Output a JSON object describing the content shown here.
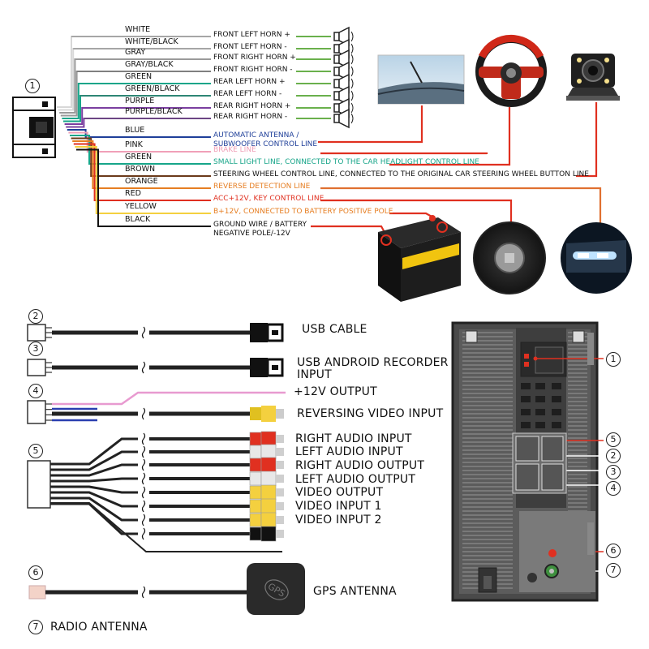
{
  "colors": {
    "white": "#e6e6e6",
    "gray": "#9a9a9a",
    "green": "#17a589",
    "purple": "#7b3fa0",
    "blue": "#1f3f99",
    "pink": "#f0a0b8",
    "brown": "#6b3a1a",
    "orange": "#e67e22",
    "red": "#e03020",
    "yellow": "#f4d03f",
    "black": "#111111",
    "callout": "#e03020",
    "speaker_line": "#6ab04c"
  },
  "harness": {
    "number": "1",
    "wires": [
      {
        "name": "WHITE",
        "color": "white",
        "func": "FRONT LEFT HORN +",
        "speaker": true
      },
      {
        "name": "WHITE/BLACK",
        "color": "white",
        "func": "FRONT LEFT HORN -",
        "speaker": true
      },
      {
        "name": "GRAY",
        "color": "gray",
        "func": "FRONT RIGHT HORN +",
        "speaker": true
      },
      {
        "name": "GRAY/BLACK",
        "color": "gray",
        "func": "FRONT RIGHT HORN -",
        "speaker": true
      },
      {
        "name": "GREEN",
        "color": "green",
        "func": "REAR LEFT HORN +",
        "speaker": true
      },
      {
        "name": "GREEN/BLACK",
        "color": "green",
        "func": "REAR LEFT HORN -",
        "speaker": true
      },
      {
        "name": "PURPLE",
        "color": "purple",
        "func": "REAR RIGHT HORN +",
        "speaker": true
      },
      {
        "name": "PURPLE/BLACK",
        "color": "purple",
        "func": "REAR RIGHT HORN -",
        "speaker": true
      },
      {
        "name": "BLUE",
        "color": "blue",
        "func": "AUTOMATIC ANTENNA /",
        "func2": "SUBWOOFER CONTROL LINE",
        "func_color": "blue"
      },
      {
        "name": "PINK",
        "color": "pink",
        "func": "BRAKE LINE",
        "func_color": "pink"
      },
      {
        "name": "GREEN",
        "color": "green",
        "func": "SMALL LIGHT LINE, CONNECTED TO THE CAR HEADLIGHT CONTROL LINE",
        "func_color": "green"
      },
      {
        "name": "BROWN",
        "color": "brown",
        "func": "STEERING WHEEL CONTROL LINE, CONNECTED TO THE ORIGINAL CAR STEERING WHEEL BUTTON LINE",
        "func_color": "black"
      },
      {
        "name": "ORANGE",
        "color": "orange",
        "func": "REVERSE DETECTION LINE",
        "func_color": "orange"
      },
      {
        "name": "RED",
        "color": "red",
        "func": "ACC+12V, KEY CONTROL LINE",
        "func_color": "red"
      },
      {
        "name": "YELLOW",
        "color": "yellow",
        "func": "B+12V, CONNECTED TO BATTERY POSITIVE POLE",
        "func_color": "orange"
      },
      {
        "name": "BLACK",
        "color": "black",
        "func": "GROUND WIRE / BATTERY",
        "func2": "NEGATIVE POLE/-12V",
        "func_color": "black"
      }
    ]
  },
  "cables": [
    {
      "number": "2",
      "label": "USB CABLE"
    },
    {
      "number": "3",
      "label": "USB ANDROID RECORDER",
      "label2": "INPUT"
    },
    {
      "number": "4",
      "labels": [
        "+12V OUTPUT",
        "REVERSING VIDEO INPUT"
      ]
    },
    {
      "number": "5",
      "labels": [
        "RIGHT AUDIO INPUT",
        "LEFT AUDIO INPUT",
        "RIGHT AUDIO OUTPUT",
        "LEFT AUDIO OUTPUT",
        "VIDEO OUTPUT",
        "VIDEO INPUT 1",
        "VIDEO INPUT 2"
      ],
      "plug_colors": [
        "red",
        "white",
        "red",
        "white",
        "yellow",
        "yellow",
        "yellow",
        "black"
      ]
    },
    {
      "number": "6",
      "label": "GPS ANTENNA",
      "gps_text": "GPS"
    },
    {
      "number": "7",
      "label": "RADIO ANTENNA"
    }
  ],
  "rear_panel": {
    "callouts": [
      "1",
      "5",
      "2",
      "3",
      "4",
      "6",
      "7"
    ]
  }
}
